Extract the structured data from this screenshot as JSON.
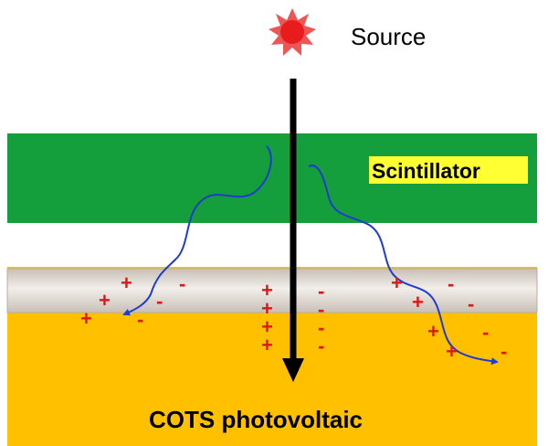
{
  "labels": {
    "source": "Source",
    "scintillator": "Scintillator",
    "photovoltaic": "COTS photovoltaic"
  },
  "charges": {
    "plus": "+",
    "minus": "-"
  },
  "colors": {
    "scintillator_green": "#159e3c",
    "photovoltaic_orange": "#ffc000",
    "junction_gray": "#d6cfc7",
    "highlight_yellow": "#ffff33",
    "sun_red": "#e81c1c",
    "charge_red": "#e31515",
    "photon_blue": "#1f3bd1",
    "arrow_black": "#000000"
  },
  "icons": {
    "source": "sun-icon"
  }
}
